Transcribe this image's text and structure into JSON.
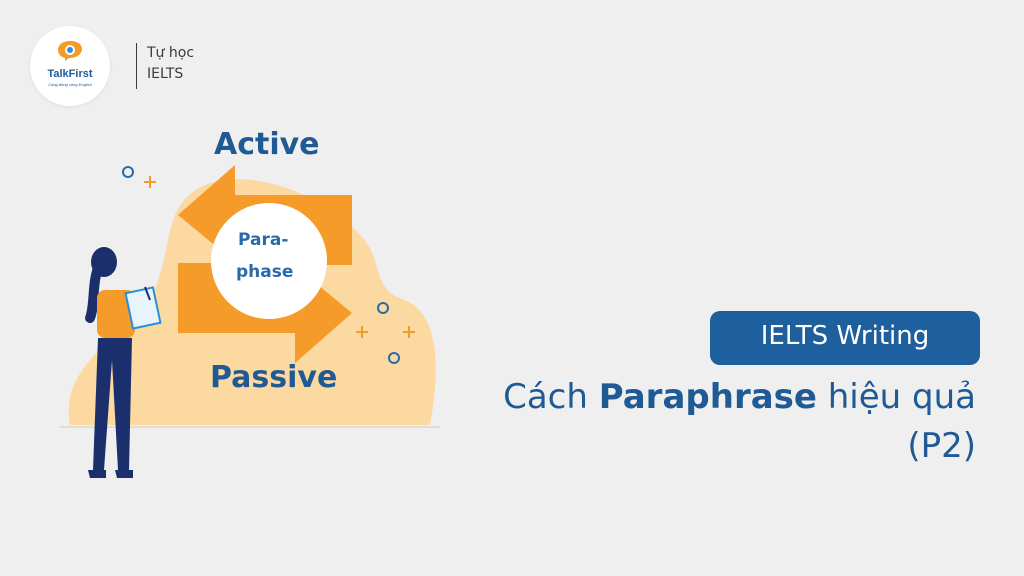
{
  "logo": {
    "name": "TalkFirst",
    "tagline": "Cộng đồng cộng English"
  },
  "brand": {
    "line1": "Tự học",
    "line2": "IELTS"
  },
  "illustration": {
    "active_label": "Active",
    "passive_label": "Passive",
    "center_line1": "Para-",
    "center_line2": "phase"
  },
  "badge": {
    "label": "IELTS Writing"
  },
  "title": {
    "prefix": "Cách ",
    "highlight": "Paraphrase",
    "suffix": " hiệu quả",
    "line2": "(P2)"
  },
  "colors": {
    "primary": "#1f5a94",
    "badge": "#1e5f9d",
    "orange": "#f59b2a",
    "blob": "#fbd9a0",
    "background": "#efefef"
  }
}
